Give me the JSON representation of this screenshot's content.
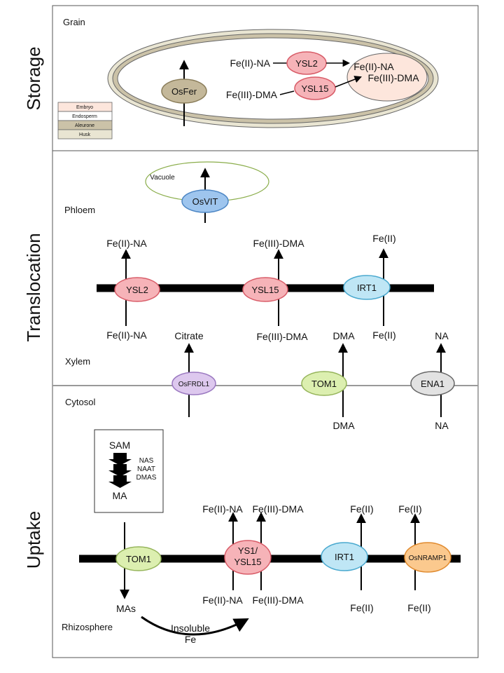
{
  "sections": {
    "storage": "Storage",
    "translocation": "Translocation",
    "uptake": "Uptake"
  },
  "regions": {
    "grain": "Grain",
    "phloem": "Phloem",
    "xylem": "Xylem",
    "cytosol": "Cytosol",
    "rhizosphere": "Rhizosphere",
    "vacuole": "Vacuole"
  },
  "legend": [
    "Embryo",
    "Endosperm",
    "Aleurone",
    "Husk"
  ],
  "storage": {
    "osfer": "OsFer",
    "ysl2": "YSL2",
    "ysl15": "YSL15",
    "fe2na": "Fe(II)-NA",
    "fe3dma": "Fe(III)-DMA",
    "embryo_line1": "Fe(II)-NA",
    "embryo_line2": "Fe(III)-DMA"
  },
  "translocation": {
    "osvit": "OsVIT",
    "ysl2": "YSL2",
    "ysl15": "YSL15",
    "irt1": "IRT1",
    "ysl2_top": "Fe(II)-NA",
    "ysl2_bottom": "Fe(II)-NA",
    "ysl15_top": "Fe(III)-DMA",
    "ysl15_bottom": "Fe(III)-DMA",
    "irt1_top": "Fe(II)",
    "irt1_bottom": "Fe(II)",
    "citrate": "Citrate",
    "dma_top": "DMA",
    "na_top": "NA",
    "dma_bottom": "DMA",
    "na_bottom": "NA",
    "osfrdl1": "OsFRDL1",
    "tom1": "TOM1",
    "ena1": "ENA1"
  },
  "uptake": {
    "sam": "SAM",
    "enzymes": [
      "NAS",
      "NAAT",
      "DMAS"
    ],
    "ma": "MA",
    "tom1": "TOM1",
    "ys1_line1": "YS1/",
    "ys1_line2": "YSL15",
    "irt1": "IRT1",
    "osnramp1": "OsNRAMP1",
    "fe2na_top": "Fe(II)-NA",
    "fe3dma_top": "Fe(III)-DMA",
    "fe2na_bottom": "Fe(II)-NA",
    "fe3dma_bottom": "Fe(III)-DMA",
    "irt1_top": "Fe(II)",
    "irt1_bottom": "Fe(II)",
    "nramp_top": "Fe(II)",
    "nramp_bottom": "Fe(II)",
    "mas": "MAs",
    "insoluble_line1": "Insoluble",
    "insoluble_line2": "Fe"
  },
  "colors": {
    "ysl": "#f6b3b8",
    "ysl_stroke": "#d85c68",
    "irt": "#bfe6f5",
    "irt_stroke": "#4aa9cf",
    "osvit": "#9ec5ee",
    "osvit_stroke": "#4d86c4",
    "osfrdl1": "#ddc8ee",
    "osfrdl1_stroke": "#9a78c0",
    "tom": "#dcefb0",
    "tom_stroke": "#95b45a",
    "ena": "#e2e2e2",
    "ena_stroke": "#666666",
    "osnramp": "#fbc98e",
    "osnramp_stroke": "#e08a2e",
    "osfer": "#c4b89a",
    "embryo": "#fde6dc",
    "aleurone": "#cbc2a8",
    "husk": "#e9e5d2"
  }
}
